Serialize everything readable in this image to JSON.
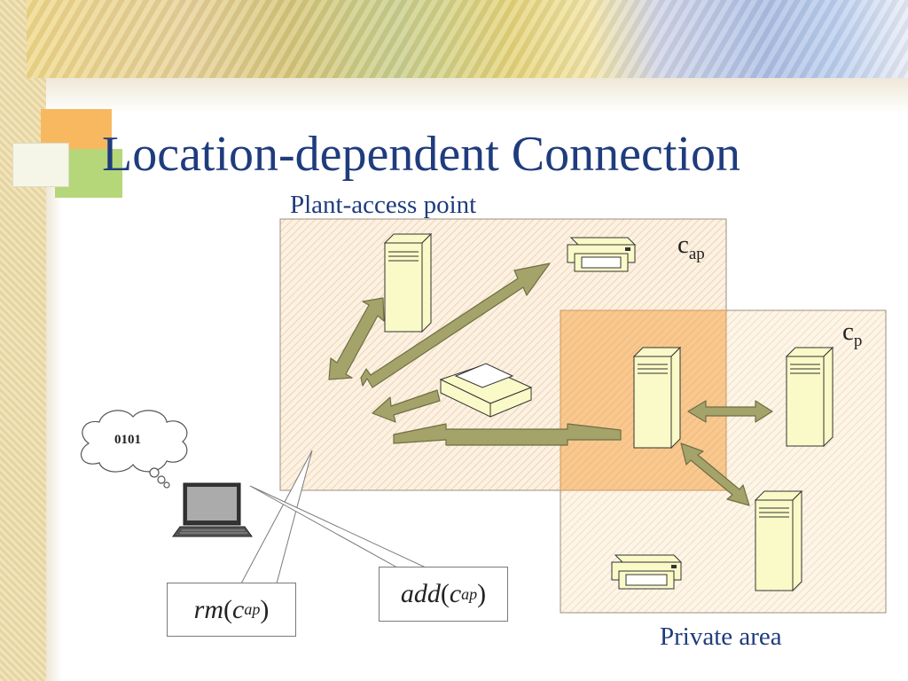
{
  "slide": {
    "title": "Location-dependent Connection"
  },
  "labels": {
    "plant_access_point": "Plant-access point",
    "c_ap_base": "c",
    "c_ap_sub": "ap",
    "c_p_base": "c",
    "c_p_sub": "p",
    "private_area": "Private area",
    "thought_bubble": "0101"
  },
  "formulas": {
    "rm": {
      "func": "rm",
      "open": "(",
      "arg": "c",
      "sub": "ap",
      "close": ")"
    },
    "add": {
      "func": "add",
      "open": "(",
      "arg": "c",
      "sub": "ap",
      "close": ")"
    }
  },
  "colors": {
    "title": "#1f3c7d",
    "arrow_fill": "#a3a36a",
    "device_fill": "#fafac8",
    "zone_fill": "#f8e6cd",
    "zone_overlap": "#f7c890"
  },
  "icons": [
    "server-icon",
    "printer-icon",
    "scanner-icon",
    "laptop-icon",
    "thought-bubble-icon",
    "double-arrow-icon"
  ]
}
